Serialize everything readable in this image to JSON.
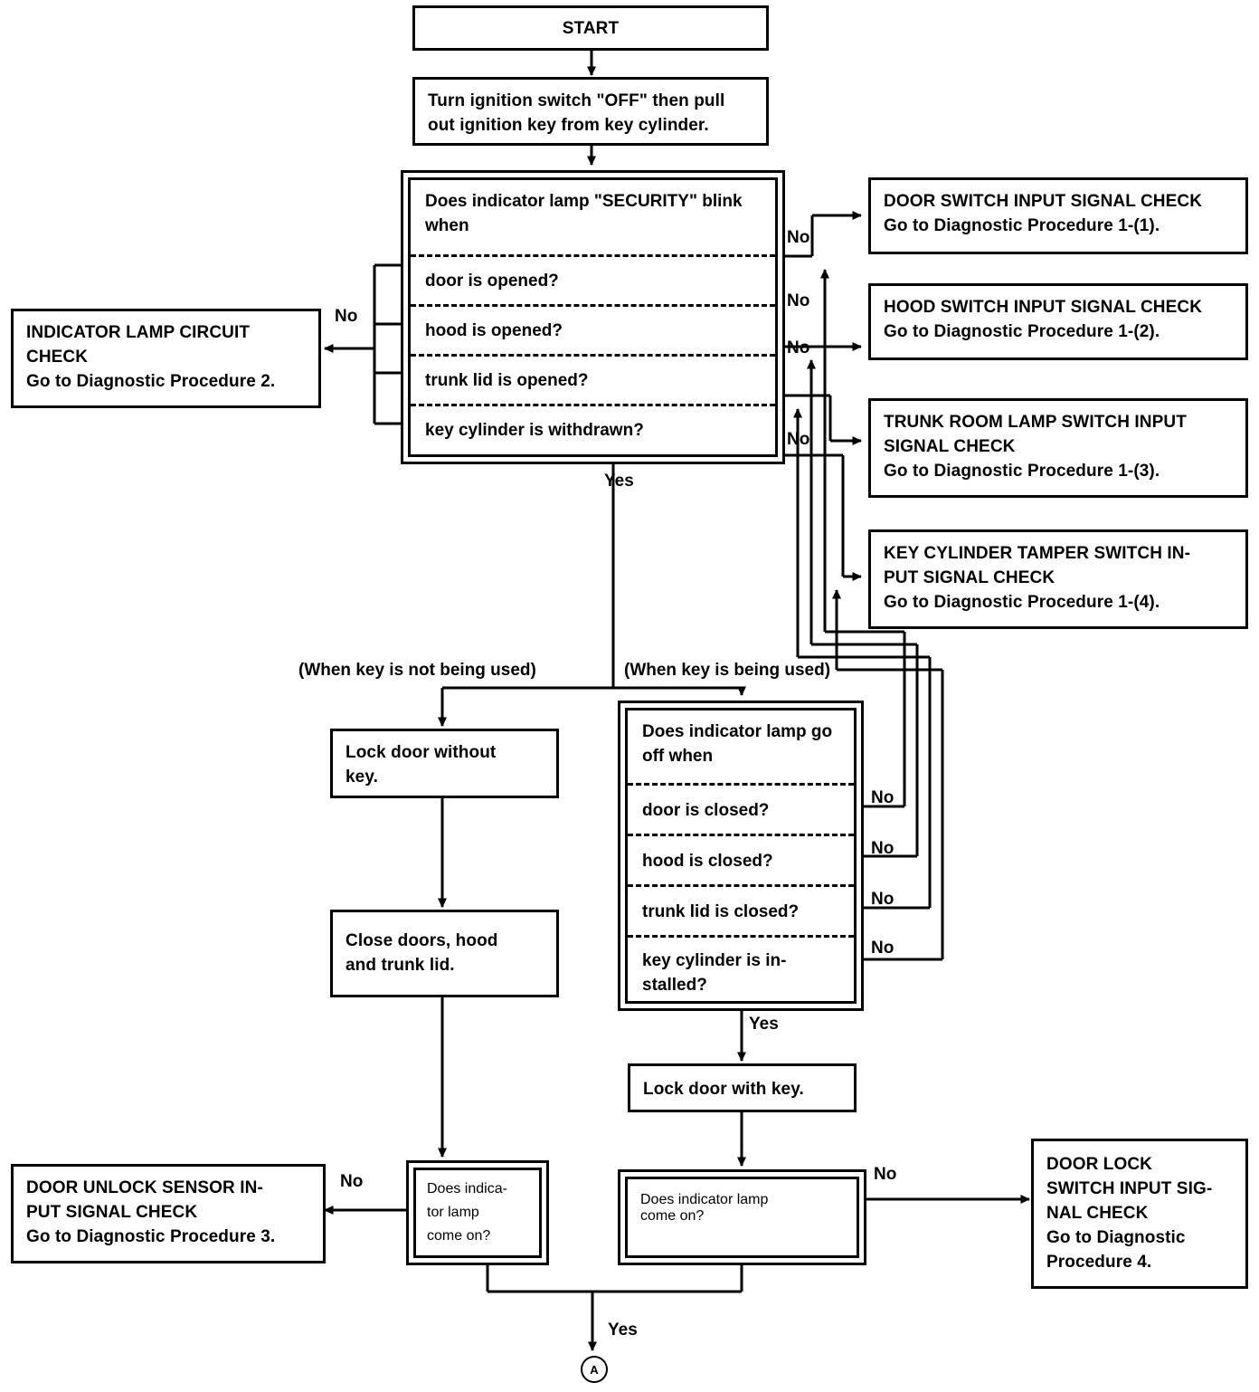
{
  "diagram": {
    "title": "Security system diagnostic flowchart",
    "line_color": "#000000",
    "background": "#ffffff"
  },
  "nodes": {
    "start": {
      "label": "START"
    },
    "step_ignition": {
      "label": "Turn ignition switch \"OFF\" then pull out ignition key from key cylinder."
    },
    "decision_blink": {
      "header": "Does indicator lamp \"SECURITY\" blink when",
      "rows": [
        "door is opened?",
        "hood is opened?",
        "trunk lid is opened?",
        "key cylinder is withdrawn?"
      ]
    },
    "decision_gooff": {
      "header": "Does indicator lamp go off when",
      "rows": [
        "door is closed?",
        "hood is closed?",
        "trunk lid is closed?",
        "key cylinder is in-stalled?"
      ]
    },
    "indicator_lamp_circuit_check": {
      "lines": [
        "INDICATOR LAMP CIRCUIT",
        "CHECK",
        "Go to Diagnostic Procedure 2."
      ]
    },
    "door_switch_check": {
      "lines": [
        "DOOR SWITCH INPUT SIGNAL CHECK",
        "Go to Diagnostic Procedure 1-(1)."
      ]
    },
    "hood_switch_check": {
      "lines": [
        "HOOD SWITCH INPUT SIGNAL CHECK",
        "Go to Diagnostic Procedure 1-(2)."
      ]
    },
    "trunk_room_lamp_check": {
      "lines": [
        "TRUNK ROOM LAMP SWITCH INPUT",
        "SIGNAL CHECK",
        "Go to Diagnostic Procedure 1-(3)."
      ]
    },
    "key_cylinder_tamper_check": {
      "lines": [
        "KEY CYLINDER TAMPER SWITCH IN-",
        "PUT SIGNAL CHECK",
        "Go to Diagnostic Procedure 1-(4)."
      ]
    },
    "lock_door_without_key": {
      "lines": [
        "Lock door without",
        "key."
      ]
    },
    "close_doors": {
      "lines": [
        "Close doors, hood",
        "and trunk lid."
      ]
    },
    "lock_door_with_key": {
      "lines": [
        "Lock door with key."
      ]
    },
    "decision_lamp_on_left": {
      "lines": [
        "Does indica-",
        "tor lamp",
        "come on?"
      ]
    },
    "decision_lamp_on_right": {
      "lines": [
        "Does indicator lamp",
        "come on?"
      ]
    },
    "door_unlock_sensor_check": {
      "lines": [
        "DOOR UNLOCK SENSOR IN-",
        "PUT SIGNAL CHECK",
        "Go to Diagnostic Procedure 3."
      ]
    },
    "door_lock_switch_check": {
      "lines": [
        "DOOR LOCK",
        "SWITCH INPUT SIG-",
        "NAL CHECK",
        "Go to Diagnostic",
        "Procedure 4."
      ]
    },
    "connector_a": {
      "label": "A"
    }
  },
  "edge_labels": {
    "no_1": "No",
    "no_2": "No",
    "no_3": "No",
    "no_4": "No",
    "no_left": "No",
    "no_b1": "No",
    "no_b2": "No",
    "no_b3": "No",
    "no_b4": "No",
    "no_bottom_left": "No",
    "no_bottom_right": "No",
    "yes_main": "Yes",
    "yes_second": "Yes",
    "yes_bottom": "Yes",
    "when_key_not_used": "(When key is not being used)",
    "when_key_used": "(When key is being used)"
  }
}
